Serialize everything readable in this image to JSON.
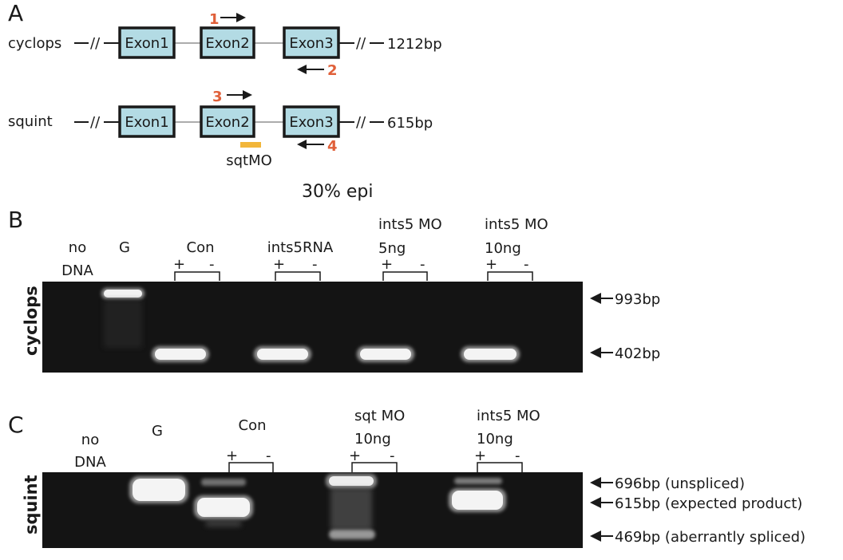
{
  "panel_a": {
    "letter": "A",
    "genes": [
      {
        "name": "cyclops",
        "exons": [
          "Exon1",
          "Exon2",
          "Exon3"
        ],
        "size": "1212bp",
        "primers": [
          "1",
          "2"
        ]
      },
      {
        "name": "squint",
        "exons": [
          "Exon1",
          "Exon2",
          "Exon3"
        ],
        "size": "615bp",
        "primers": [
          "3",
          "4"
        ]
      }
    ],
    "break_mark": "//",
    "morpholino_label": "sqtMO",
    "caption": "30% epi"
  },
  "panel_b": {
    "letter": "B",
    "gel_label": "cyclops",
    "lane_labels": [
      {
        "line1": "no",
        "line2": "DNA"
      },
      {
        "line1": "G"
      },
      {
        "line1": "Con"
      },
      {
        "line1": "ints5RNA"
      },
      {
        "line1": "ints5 MO",
        "line2": "5ng"
      },
      {
        "line1": "ints5 MO",
        "line2": "10ng"
      }
    ],
    "rt_plus": "+",
    "rt_minus": "-",
    "band_sizes": [
      "993bp",
      "402bp"
    ]
  },
  "panel_c": {
    "letter": "C",
    "gel_label": "squint",
    "lane_labels": [
      {
        "line1": "no",
        "line2": "DNA"
      },
      {
        "line1": "G"
      },
      {
        "line1": "Con"
      },
      {
        "line1": "sqt MO",
        "line2": "10ng"
      },
      {
        "line1": "ints5 MO",
        "line2": "10ng"
      }
    ],
    "rt_plus": "+",
    "rt_minus": "-",
    "band_sizes": [
      "696bp (unspliced)",
      "615bp (expected product)",
      "469bp (aberrantly spliced)"
    ]
  },
  "colors": {
    "exon_fill": "#b3dbe4",
    "primer_number": "#e0603a",
    "morpholino_bar": "#f2b63a",
    "gel_background": "#141414",
    "band": "#ffffff"
  }
}
